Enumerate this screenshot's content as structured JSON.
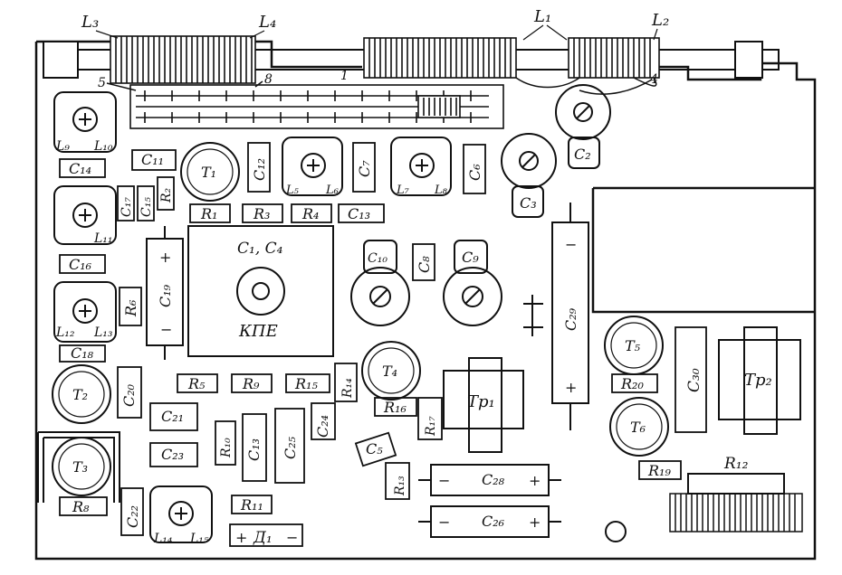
{
  "callouts": {
    "l3": "L₃",
    "l4": "L₄",
    "l1": "L₁",
    "l2": "L₂",
    "n5": "5",
    "n8": "8",
    "n1": "1",
    "n4": "4"
  },
  "components": {
    "c1c4": "C₁, C₄",
    "kpe": "КПЕ",
    "t1": "T₁",
    "t2": "T₂",
    "t3": "T₃",
    "t4": "T₄",
    "t5": "T₅",
    "t6": "T₆",
    "c2": "C₂",
    "c3": "C₃",
    "c5": "C₅",
    "c6": "C₆",
    "c7": "C₇",
    "c8": "C₈",
    "c9": "C₉",
    "c10": "C₁₀",
    "c11": "C₁₁",
    "c12": "C₁₂",
    "c13a": "C₁₃",
    "c13b": "C₁₃",
    "c14": "C₁₄",
    "c15": "C₁₅",
    "c16": "C₁₆",
    "c17": "C₁₇",
    "c18": "C₁₈",
    "c19": "C₁₉",
    "c20": "C₂₀",
    "c21": "C₂₁",
    "c22": "C₂₂",
    "c23": "C₂₃",
    "c24": "C₂₄",
    "c25": "C₂₅",
    "c26": "C₂₆",
    "c28": "C₂₈",
    "c29": "C₂₉",
    "c30": "C₃₀",
    "r1": "R₁",
    "r2": "R₂",
    "r3": "R₃",
    "r4": "R₄",
    "r5": "R₅",
    "r6": "R₆",
    "r8": "R₈",
    "r9": "R₉",
    "r10": "R₁₀",
    "r11": "R₁₁",
    "r12": "R₁₂",
    "r13": "R₁₃",
    "r14": "R₁₄",
    "r15": "R₁₅",
    "r16": "R₁₆",
    "r17": "R₁₇",
    "r19": "R₁₉",
    "r20": "R₂₀",
    "tp1": "Tp₁",
    "tp2": "Tp₂",
    "l5": "L₅",
    "l6": "L₆",
    "l7": "L₇",
    "l8": "L₈",
    "l9": "L₉",
    "l10": "L₁₀",
    "l11": "L₁₁",
    "l12": "L₁₂",
    "l13": "L₁₃",
    "l14": "L₁₄",
    "l15": "L₁₅",
    "d1": "Д₁",
    "plus": "+",
    "minus": "−"
  }
}
